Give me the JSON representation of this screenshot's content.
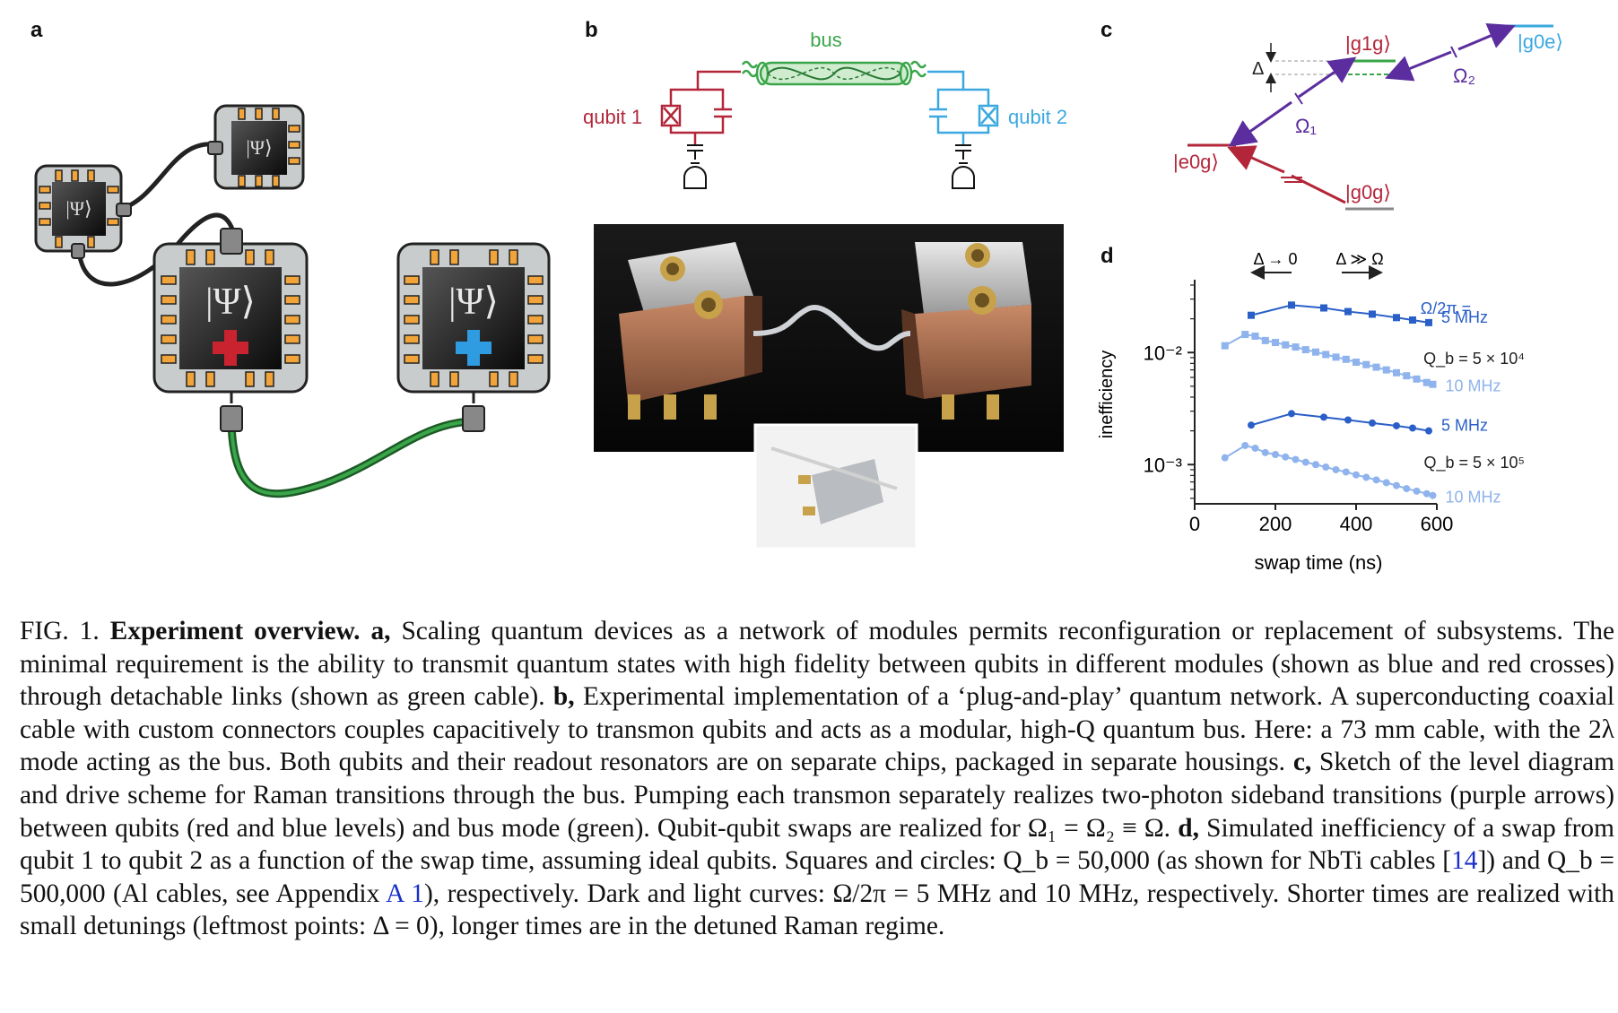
{
  "panels": {
    "a": "a",
    "b": "b",
    "c": "c",
    "d": "d"
  },
  "panel_a": {
    "module_label": "|Ψ⟩"
  },
  "panel_b": {
    "bus_label": "bus",
    "qubit1_label": "qubit 1",
    "qubit2_label": "qubit 2",
    "colors": {
      "qubit1": "#b3263a",
      "qubit2": "#3ba8e0",
      "bus": "#3aa64a"
    }
  },
  "panel_c": {
    "levels": {
      "g1g": "|g1g⟩",
      "g0e": "|g0e⟩",
      "e0g": "|e0g⟩",
      "g0g": "|g0g⟩"
    },
    "delta": "Δ",
    "omega1": "Ω₁",
    "omega2": "Ω₂"
  },
  "chart_data": {
    "type": "scatter",
    "xlabel": "swap time (ns)",
    "ylabel": "inefficiency",
    "x_ticks": [
      "0",
      "200",
      "400",
      "600"
    ],
    "y_ticks": [
      "10⁻²",
      "10⁻³"
    ],
    "xlim": [
      0,
      600
    ],
    "ylim_log10": [
      -3.35,
      -1.35
    ],
    "yscale": "log",
    "annotations": {
      "left_arrow": "Δ → 0",
      "right_arrow": "Δ ≫ Ω"
    },
    "group_labels": {
      "omega_header": "Ω/2π =",
      "qb_1": "Q_b = 5 × 10⁴",
      "qb_2": "Q_b = 5 × 10⁵"
    },
    "series": [
      {
        "name": "5 MHz",
        "marker": "square",
        "color": "#2a5fc8",
        "x": [
          140,
          240,
          320,
          380,
          440,
          500,
          540,
          580
        ],
        "y": [
          0.0215,
          0.0265,
          0.025,
          0.0232,
          0.022,
          0.0205,
          0.0195,
          0.0185
        ]
      },
      {
        "name": "10 MHz",
        "marker": "square",
        "color": "#8fb3ec",
        "x": [
          75,
          125,
          150,
          175,
          200,
          225,
          250,
          275,
          300,
          325,
          350,
          375,
          400,
          425,
          450,
          475,
          500,
          525,
          550,
          575,
          590
        ],
        "y": [
          0.0115,
          0.0145,
          0.014,
          0.0128,
          0.0123,
          0.0117,
          0.0112,
          0.0106,
          0.0101,
          0.0096,
          0.0091,
          0.0087,
          0.0082,
          0.0078,
          0.0074,
          0.007,
          0.0066,
          0.0062,
          0.0058,
          0.0054,
          0.0052
        ]
      },
      {
        "name": "5 MHz",
        "marker": "circle",
        "color": "#2a5fc8",
        "x": [
          140,
          240,
          320,
          380,
          440,
          500,
          540,
          580
        ],
        "y": [
          0.00225,
          0.00285,
          0.00265,
          0.0025,
          0.00235,
          0.00222,
          0.00212,
          0.002
        ]
      },
      {
        "name": "10 MHz",
        "marker": "circle",
        "color": "#8fb3ec",
        "x": [
          75,
          125,
          150,
          175,
          200,
          225,
          250,
          275,
          300,
          325,
          350,
          375,
          400,
          425,
          450,
          475,
          500,
          525,
          550,
          575,
          590
        ],
        "y": [
          0.00115,
          0.00148,
          0.0014,
          0.00128,
          0.00123,
          0.00117,
          0.00111,
          0.00105,
          0.001,
          0.00095,
          0.0009,
          0.00086,
          0.00081,
          0.00077,
          0.00073,
          0.00069,
          0.00065,
          0.00061,
          0.00058,
          0.00055,
          0.00053
        ]
      }
    ]
  },
  "caption": {
    "fig_label": "FIG. 1.",
    "title": "Experiment overview.",
    "a_label": "a,",
    "a_text": "Scaling quantum devices as a network of modules permits reconfiguration or replacement of subsystems. The minimal requirement is the ability to transmit quantum states with high fidelity between qubits in different modules (shown as blue and red crosses) through detachable links (shown as green cable).",
    "b_label": "b,",
    "b_text": "Experimental implementation of a ‘plug-and-play’ quantum network. A superconducting coaxial cable with custom connectors couples capacitively to transmon qubits and acts as a modular, high-Q quantum bus. Here: a 73 mm cable, with the 2λ mode acting as the bus. Both qubits and their readout resonators are on separate chips, packaged in separate housings.",
    "c_label": "c,",
    "c_text": "Sketch of the level diagram and drive scheme for Raman transitions through the bus. Pumping each transmon separately realizes two-photon sideband transitions (purple arrows) between qubits (red and blue levels) and bus mode (green). Qubit-qubit swaps are realized for Ω₁ = Ω₂ ≡ Ω.",
    "d_label": "d,",
    "d_text_1": "Simulated inefficiency of a swap from qubit 1 to qubit 2 as a function of the swap time, assuming ideal qubits. Squares and circles: Q_b = 50,000 (as shown for NbTi cables [",
    "cite_1": "14",
    "d_text_2": "]) and Q_b = 500,000 (Al cables, see Appendix ",
    "cite_2": "A 1",
    "d_text_3": "), respectively. Dark and light curves: Ω/2π = 5 MHz and 10 MHz, respectively. Shorter times are realized with small detunings (leftmost points: Δ = 0), longer times are in the detuned Raman regime."
  }
}
